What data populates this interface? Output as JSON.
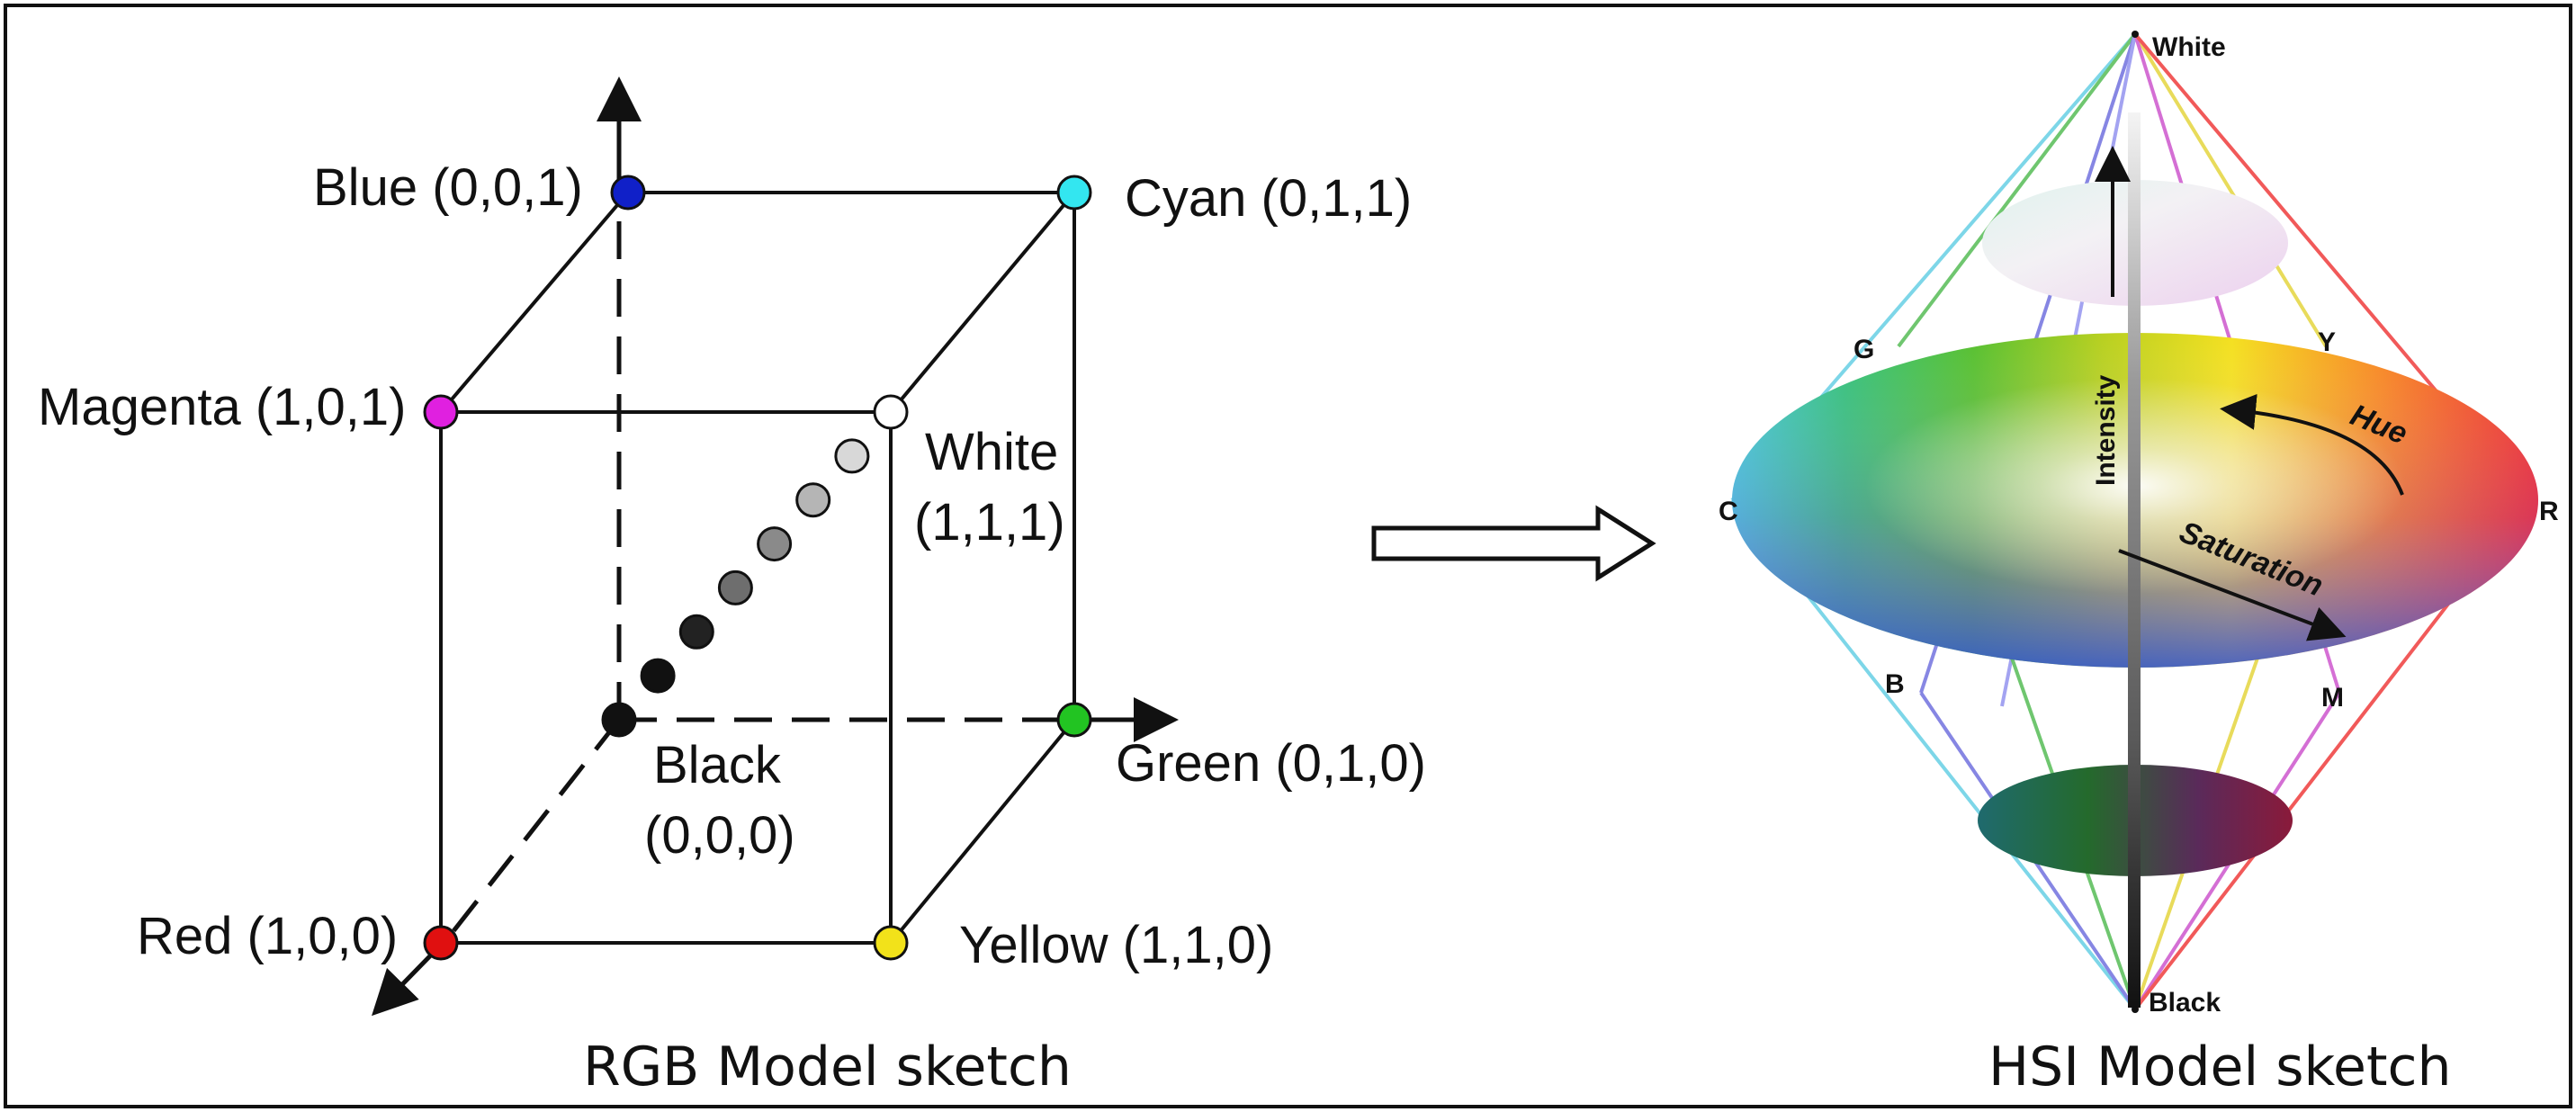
{
  "rgb": {
    "caption": "RGB Model sketch",
    "vertices": {
      "blue": {
        "label": "Blue (0,0,1)",
        "color": "#1020c8"
      },
      "cyan": {
        "label": "Cyan (0,1,1)",
        "color": "#33e6f0"
      },
      "magenta": {
        "label": "Magenta (1,0,1)",
        "color": "#e020e0"
      },
      "white_a": "White",
      "white_b": "(1,1,1)",
      "black_a": "Black",
      "black_b": "(0,0,0)",
      "green": {
        "label": "Green (0,1,0)",
        "color": "#22c422"
      },
      "red": {
        "label": "Red (1,0,0)",
        "color": "#e01010"
      },
      "yellow": {
        "label": "Yellow (1,1,0)",
        "color": "#f2e21a"
      }
    },
    "gray_diagonal_colors": [
      "#111111",
      "#111111",
      "#222222",
      "#6e6e6e",
      "#8a8a8a",
      "#b5b5b5",
      "#d8d8d8",
      "#ffffff"
    ]
  },
  "arrow": {
    "icon": "hollow-right-arrow-icon"
  },
  "hsi": {
    "caption": "HSI Model sketch",
    "top_label": "White",
    "bottom_label": "Black",
    "hue_letters": {
      "g": "G",
      "y": "Y",
      "c": "C",
      "r": "R",
      "b": "B",
      "m": "M"
    },
    "axis_label": "Intensity",
    "hue_label": "Hue",
    "saturation_label": "Saturation"
  }
}
